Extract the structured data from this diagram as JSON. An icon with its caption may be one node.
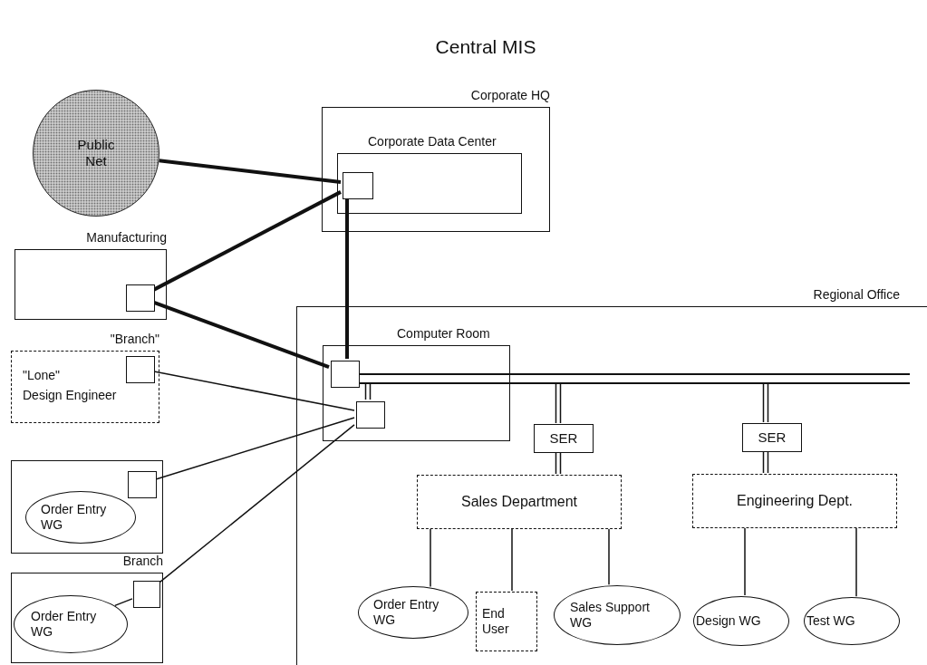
{
  "diagram": {
    "title": "Central MIS",
    "nodes": [
      {
        "text": [
          "Public Net"
        ]
      },
      {
        "text": [
          "Corporate HQ"
        ]
      },
      {
        "text": [
          "Corporate Data Center"
        ],
        "in": 1
      },
      {
        "text": [],
        "shape": "box",
        "in": 2
      },
      {
        "text": [
          "Manufacturing"
        ]
      },
      {
        "text": [],
        "shape": "box",
        "in": 4
      },
      {
        "text": [
          "\"Branch\"",
          "\"Lone\"",
          "Design Engineer"
        ]
      },
      {
        "text": [],
        "shape": "box",
        "in": 6
      },
      {
        "text": [],
        "shape": "box"
      },
      {
        "text": [],
        "shape": "box",
        "in": 8
      },
      {
        "text": [
          "Order Entry WG"
        ],
        "in": 8
      },
      {
        "text": [
          "Branch"
        ]
      },
      {
        "text": [],
        "shape": "box",
        "in": 11
      },
      {
        "text": [
          "Order Entry WG"
        ],
        "in": 11
      },
      {
        "text": [
          "Regional Office"
        ]
      },
      {
        "text": [
          "Computer Room"
        ],
        "in": 14
      },
      {
        "text": [],
        "shape": "box",
        "in": 15
      },
      {
        "text": [],
        "shape": "box",
        "in": 15
      },
      {
        "text": [],
        "shape": "bar",
        "in": 14
      },
      {
        "text": [
          "SER"
        ],
        "in": 14
      },
      {
        "text": [
          "SER"
        ],
        "in": 14
      },
      {
        "text": [
          "Sales Department"
        ],
        "in": 14
      },
      {
        "text": [
          "Engineering Dept."
        ],
        "in": 14
      },
      {
        "text": [
          "Order Entry WG"
        ],
        "in": 14
      },
      {
        "text": [
          "End User"
        ],
        "in": 14
      },
      {
        "text": [
          "Sales Support WG"
        ],
        "in": 14
      },
      {
        "text": [
          "Design WG"
        ],
        "in": 14
      },
      {
        "text": [
          "Test WG"
        ],
        "in": 14
      }
    ],
    "edges": [
      {
        "from": 0,
        "to": 3,
        "arrow": "none",
        "style": "thick"
      },
      {
        "from": 5,
        "to": 3,
        "arrow": "none",
        "style": "thick"
      },
      {
        "from": 5,
        "to": 16,
        "arrow": "none",
        "style": "thick"
      },
      {
        "from": 3,
        "to": 16,
        "arrow": "none",
        "style": "thick"
      },
      {
        "from": 7,
        "to": 17,
        "arrow": "none"
      },
      {
        "from": 9,
        "to": 17,
        "arrow": "none"
      },
      {
        "from": 12,
        "to": 17,
        "arrow": "none"
      },
      {
        "from": 12,
        "to": 13,
        "arrow": "none"
      },
      {
        "from": 18,
        "to": 17,
        "arrow": "none"
      },
      {
        "from": 18,
        "to": 19,
        "arrow": "none"
      },
      {
        "from": 18,
        "to": 20,
        "arrow": "none"
      },
      {
        "from": 19,
        "to": 21,
        "arrow": "none"
      },
      {
        "from": 20,
        "to": 22,
        "arrow": "none"
      },
      {
        "from": 21,
        "to": 23,
        "arrow": "none"
      },
      {
        "from": 21,
        "to": 24,
        "arrow": "none"
      },
      {
        "from": 21,
        "to": 25,
        "arrow": "none"
      },
      {
        "from": 22,
        "to": 26,
        "arrow": "none"
      },
      {
        "from": 22,
        "to": 27,
        "arrow": "none"
      }
    ]
  }
}
